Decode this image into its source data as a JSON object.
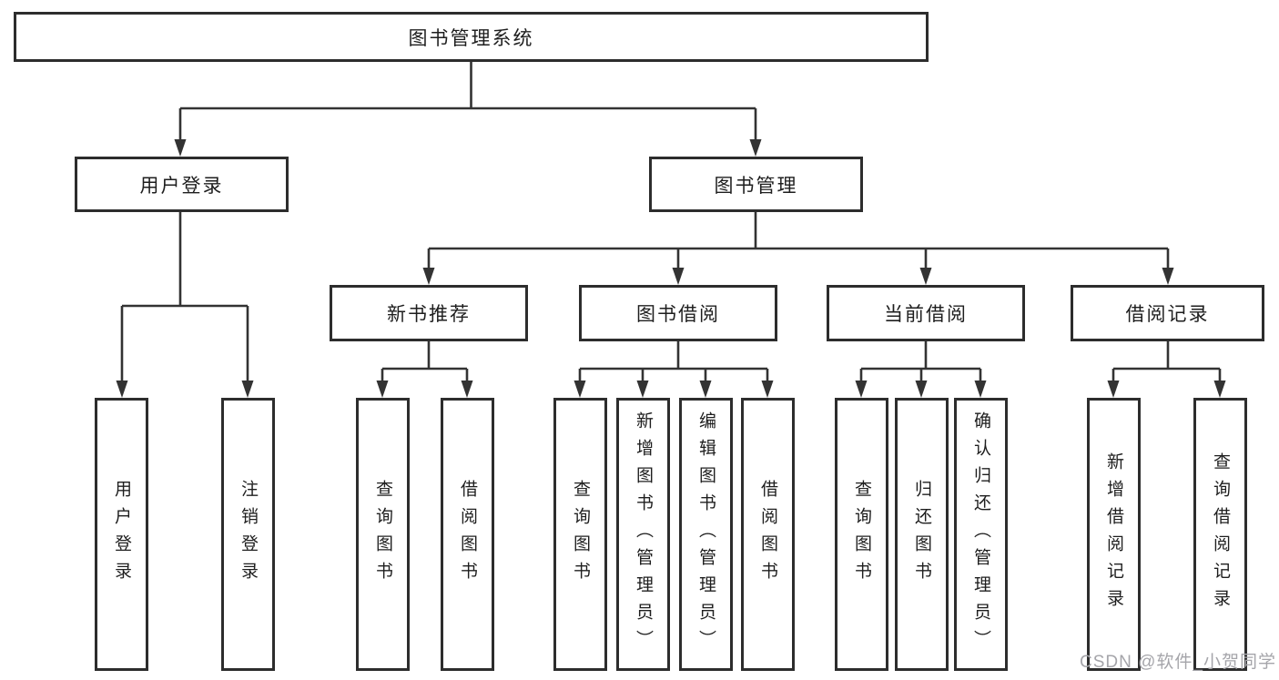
{
  "chart": {
    "root": {
      "label": "图书管理系统"
    },
    "branches": [
      {
        "label": "用户登录",
        "children": [
          {
            "label": "用户登录"
          },
          {
            "label": "注销登录"
          }
        ]
      },
      {
        "label": "图书管理",
        "children": [
          {
            "label": "新书推荐",
            "children": [
              {
                "label": "查询图书"
              },
              {
                "label": "借阅图书"
              }
            ]
          },
          {
            "label": "图书借阅",
            "children": [
              {
                "label": "查询图书"
              },
              {
                "label": "新增图书（管理员）"
              },
              {
                "label": "编辑图书（管理员）"
              },
              {
                "label": "借阅图书"
              }
            ]
          },
          {
            "label": "当前借阅",
            "children": [
              {
                "label": "查询图书"
              },
              {
                "label": "归还图书"
              },
              {
                "label": "确认归还（管理员）"
              }
            ]
          },
          {
            "label": "借阅记录",
            "children": [
              {
                "label": "新增借阅记录"
              },
              {
                "label": "查询借阅记录"
              }
            ]
          }
        ]
      }
    ]
  },
  "watermark": {
    "text": "CSDN @软件_小贺同学"
  },
  "colors": {
    "background": "#ffffff",
    "box_border": "#2d2d2d",
    "connector_line": "#333333",
    "text": "#1e1e1e",
    "watermark_text": "#a5a5aa"
  }
}
